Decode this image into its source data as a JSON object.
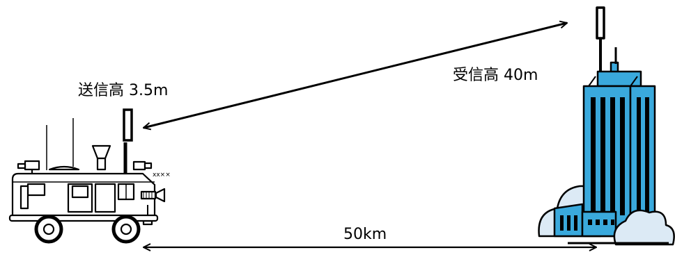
{
  "labels": {
    "transmit_height": "送信高 3.5m",
    "receive_height": "受信高 40m",
    "distance": "50km"
  },
  "colors": {
    "building_fill": "#3aa9dc",
    "cloud_fill": "#dceaf5",
    "line": "#000000",
    "background": "#ffffff"
  },
  "icons": {
    "transmitter": "broadcast-van-icon",
    "receiver": "tower-building-icon"
  }
}
